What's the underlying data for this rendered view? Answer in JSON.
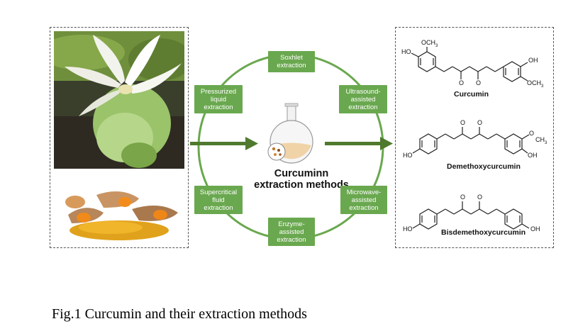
{
  "methods": {
    "soxhlet": "Soxhlet\nextraction",
    "ultrasound": "Ultrasound-\nassisted\nextraction",
    "microwave": "Microwave-\nassisted\nextraction",
    "enzyme": "Enzyme-\nassisted\nextraction",
    "supercritical": "Supercritical\nfluid\nextraction",
    "pressurized": "Pressurized\nliquid\nextraction"
  },
  "center_title": "Curcuminn\nextraction methods",
  "compounds": {
    "curcumin": "Curcumin",
    "demethoxy": "Demethoxycurcumin",
    "bisdemethoxy": "Bisdemethoxycurcumin"
  },
  "chem": {
    "och3": "OCH",
    "sub3": "3",
    "ho": "HO",
    "oh": "OH",
    "o": "O",
    "ch3": "CH"
  },
  "caption": "Fig.1 Curcumin and their extraction methods",
  "colors": {
    "method_green": "#6aa84f",
    "arrow_green": "#4f7a2e",
    "ring_green": "#6aa84f"
  }
}
